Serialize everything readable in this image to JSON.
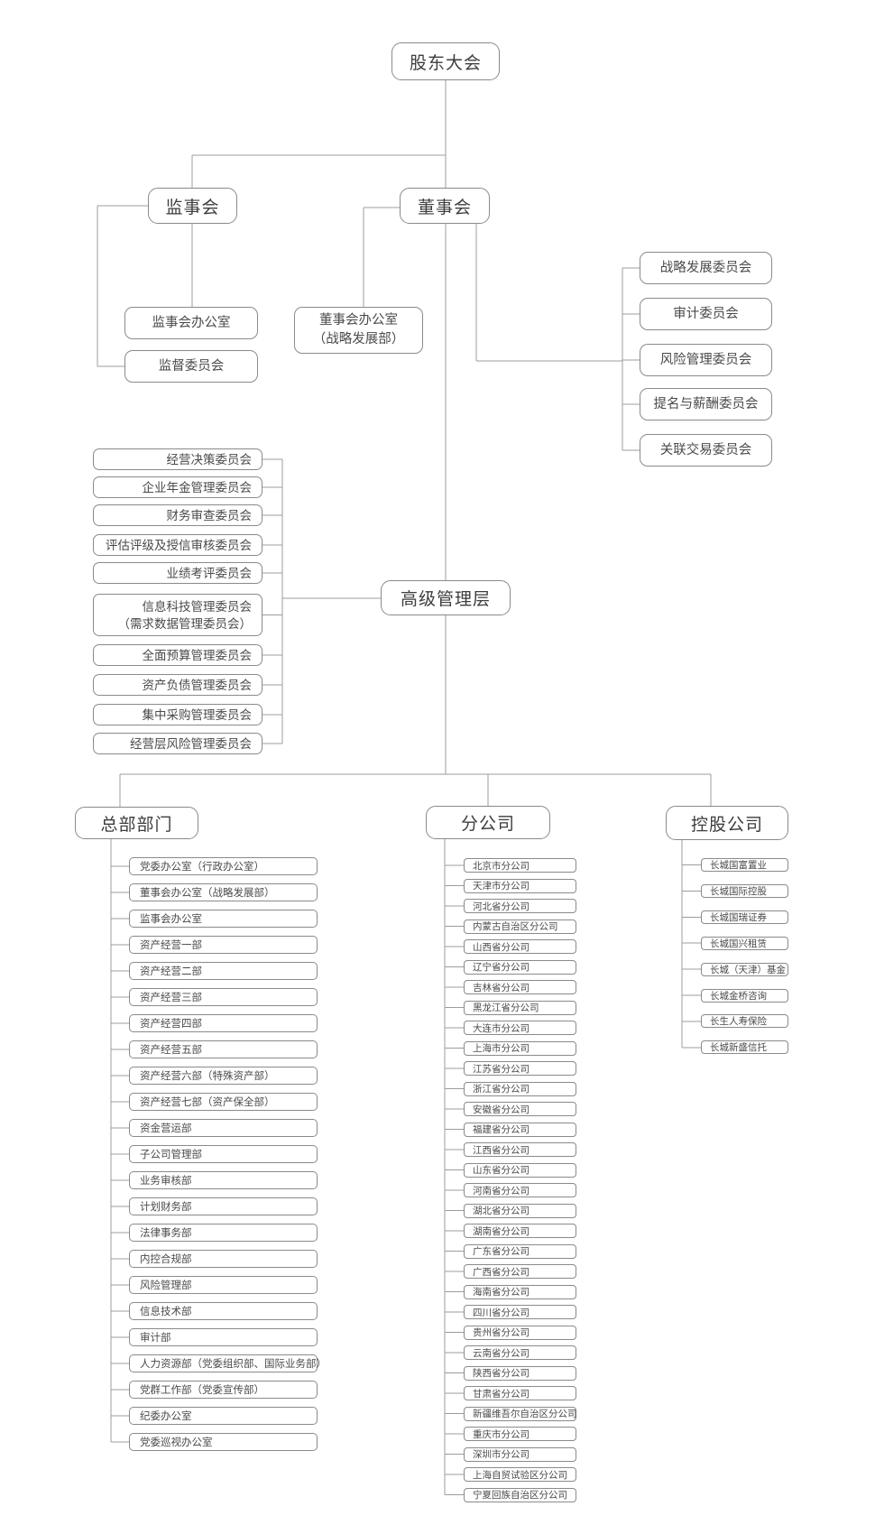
{
  "colors": {
    "background": "#ffffff",
    "box_border": "#8a8a8a",
    "connector": "#9c9c9c",
    "text_primary": "#3d3d3d",
    "text_secondary": "#4a4a4a"
  },
  "org": {
    "root": "股东大会",
    "supervisory_board": {
      "label": "监事会",
      "subordinates": [
        "监事会办公室",
        "监督委员会"
      ]
    },
    "board_of_directors": {
      "label": "董事会",
      "office_lines": [
        "董事会办公室",
        "（战略发展部）"
      ],
      "committees": [
        "战略发展委员会",
        "审计委员会",
        "风险管理委员会",
        "提名与薪酬委员会",
        "关联交易委员会"
      ]
    },
    "senior_management": {
      "label": "高级管理层",
      "committees": [
        "经营决策委员会",
        "企业年金管理委员会",
        "财务审查委员会",
        "评估评级及授信审核委员会",
        "业绩考评委员会",
        [
          "信息科技管理委员会",
          "（需求数据管理委员会）"
        ],
        "全面预算管理委员会",
        "资产负债管理委员会",
        "集中采购管理委员会",
        "经营层风险管理委员会"
      ]
    },
    "headquarters": {
      "label": "总部部门",
      "departments": [
        "党委办公室（行政办公室）",
        "董事会办公室（战略发展部）",
        "监事会办公室",
        "资产经营一部",
        "资产经营二部",
        "资产经营三部",
        "资产经营四部",
        "资产经营五部",
        "资产经营六部（特殊资产部）",
        "资产经营七部（资产保全部）",
        "资金营运部",
        "子公司管理部",
        "业务审核部",
        "计划财务部",
        "法律事务部",
        "内控合规部",
        "风险管理部",
        "信息技术部",
        "审计部",
        "人力资源部（党委组织部、国际业务部）",
        "党群工作部（党委宣传部）",
        "纪委办公室",
        "党委巡视办公室"
      ]
    },
    "branches": {
      "label": "分公司",
      "companies": [
        "北京市分公司",
        "天津市分公司",
        "河北省分公司",
        "内蒙古自治区分公司",
        "山西省分公司",
        "辽宁省分公司",
        "吉林省分公司",
        "黑龙江省分公司",
        "大连市分公司",
        "上海市分公司",
        "江苏省分公司",
        "浙江省分公司",
        "安徽省分公司",
        "福建省分公司",
        "江西省分公司",
        "山东省分公司",
        "河南省分公司",
        "湖北省分公司",
        "湖南省分公司",
        "广东省分公司",
        "广西省分公司",
        "海南省分公司",
        "四川省分公司",
        "贵州省分公司",
        "云南省分公司",
        "陕西省分公司",
        "甘肃省分公司",
        "新疆维吾尔自治区分公司",
        "重庆市分公司",
        "深圳市分公司",
        "上海自贸试验区分公司",
        "宁夏回族自治区分公司"
      ]
    },
    "holdings": {
      "label": "控股公司",
      "companies": [
        "长城国富置业",
        "长城国际控股",
        "长城国瑞证券",
        "长城国兴租赁",
        "长城（天津）基金",
        "长城金桥咨询",
        "长生人寿保险",
        "长城新盛信托"
      ]
    }
  }
}
